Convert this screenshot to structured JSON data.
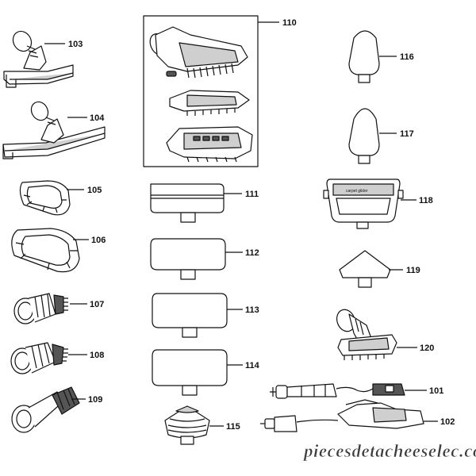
{
  "parts": {
    "p101": "101",
    "p102": "102",
    "p103": "103",
    "p104": "104",
    "p105": "105",
    "p106": "106",
    "p107": "107",
    "p108": "108",
    "p109": "109",
    "p110": "110",
    "p111": "111",
    "p112": "112",
    "p113": "113",
    "p114": "114",
    "p115": "115",
    "p116": "116",
    "p117": "117",
    "p118": "118",
    "p119": "119",
    "p120": "120"
  },
  "embossed_text": "carpet glider",
  "watermark": "piecesdetacheeselec.com"
}
